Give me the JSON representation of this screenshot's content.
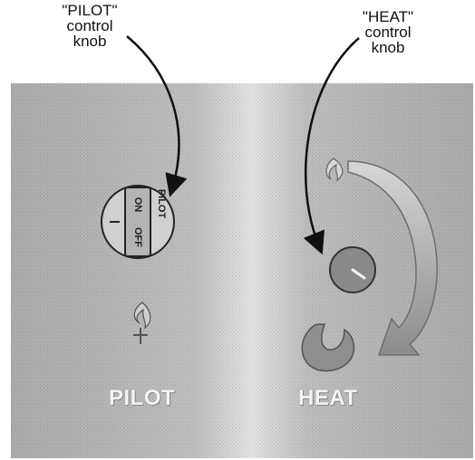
{
  "callouts": {
    "pilot": {
      "line1": "\"PILOT\"",
      "line2": "control",
      "line3": "knob"
    },
    "heat": {
      "line1": "\"HEAT\"",
      "line2": "control",
      "line3": "knob"
    }
  },
  "pilot_knob": {
    "label_pilot": "PILOT",
    "label_on": "ON",
    "label_off": "OFF"
  },
  "panel_labels": {
    "pilot": "PILOT",
    "heat": "HEAT"
  },
  "colors": {
    "panel": "#b9b9b9",
    "panel_highlight": "#dcdcdc",
    "heat_knob": "#8a8a8a",
    "heat_arrow": "#9a9a9a",
    "heat_flame": "#8f8f8f"
  }
}
